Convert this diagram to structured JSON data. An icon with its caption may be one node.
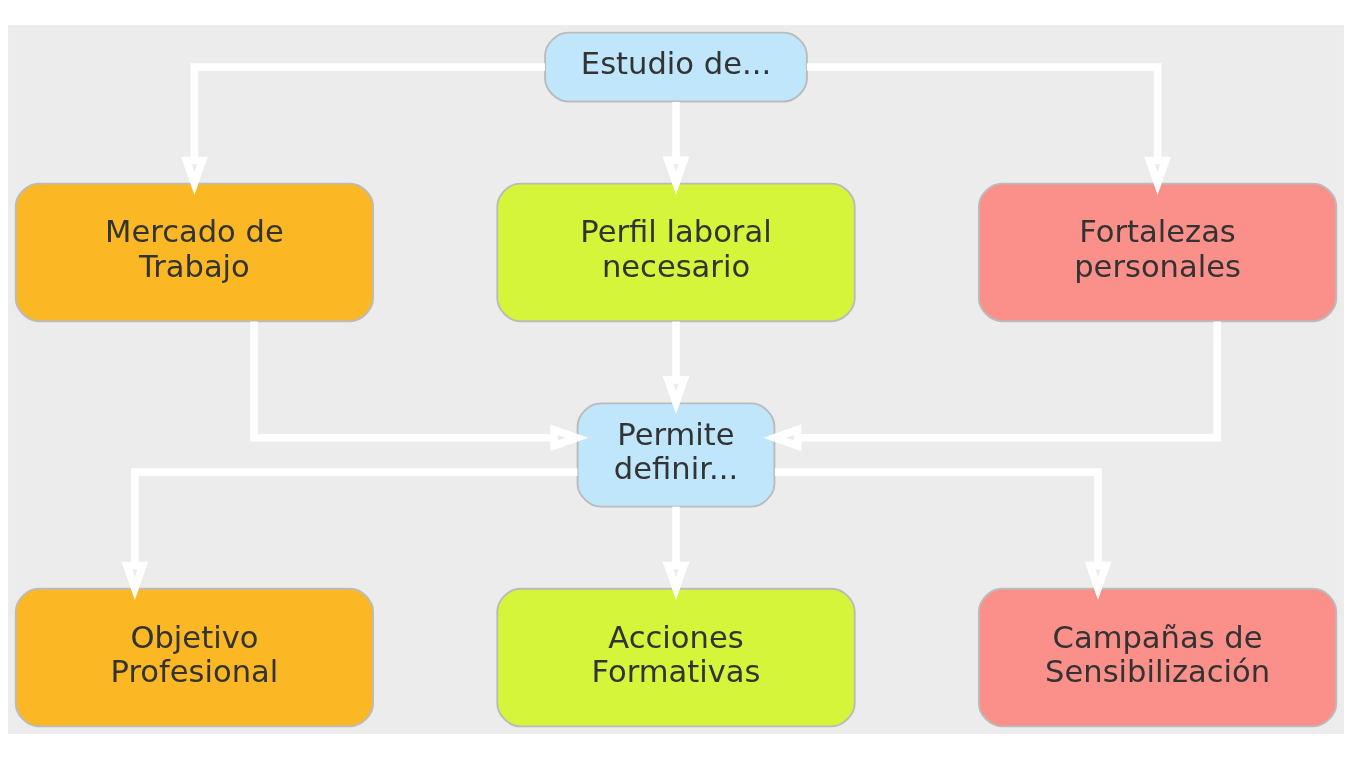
{
  "diagram": {
    "nodes": [
      {
        "text": [
          "Estudio de..."
        ]
      },
      {
        "text": [
          "Mercado de Trabajo"
        ]
      },
      {
        "text": [
          "Perfil laboral necesario"
        ]
      },
      {
        "text": [
          "Fortalezas personales"
        ]
      },
      {
        "text": [
          "Permite definir..."
        ]
      },
      {
        "text": [
          "Objetivo Profesional"
        ]
      },
      {
        "text": [
          "Acciones Formativas"
        ]
      },
      {
        "text": [
          "Campañas de Sensibilización"
        ]
      }
    ],
    "edges": [
      {
        "from": 0,
        "to": 1,
        "arrow": "to"
      },
      {
        "from": 0,
        "to": 2,
        "arrow": "to"
      },
      {
        "from": 0,
        "to": 3,
        "arrow": "to"
      },
      {
        "from": 1,
        "to": 4,
        "arrow": "to"
      },
      {
        "from": 2,
        "to": 4,
        "arrow": "to"
      },
      {
        "from": 3,
        "to": 4,
        "arrow": "to"
      },
      {
        "from": 4,
        "to": 5,
        "arrow": "to"
      },
      {
        "from": 4,
        "to": 6,
        "arrow": "to"
      },
      {
        "from": 4,
        "to": 7,
        "arrow": "to"
      }
    ]
  }
}
